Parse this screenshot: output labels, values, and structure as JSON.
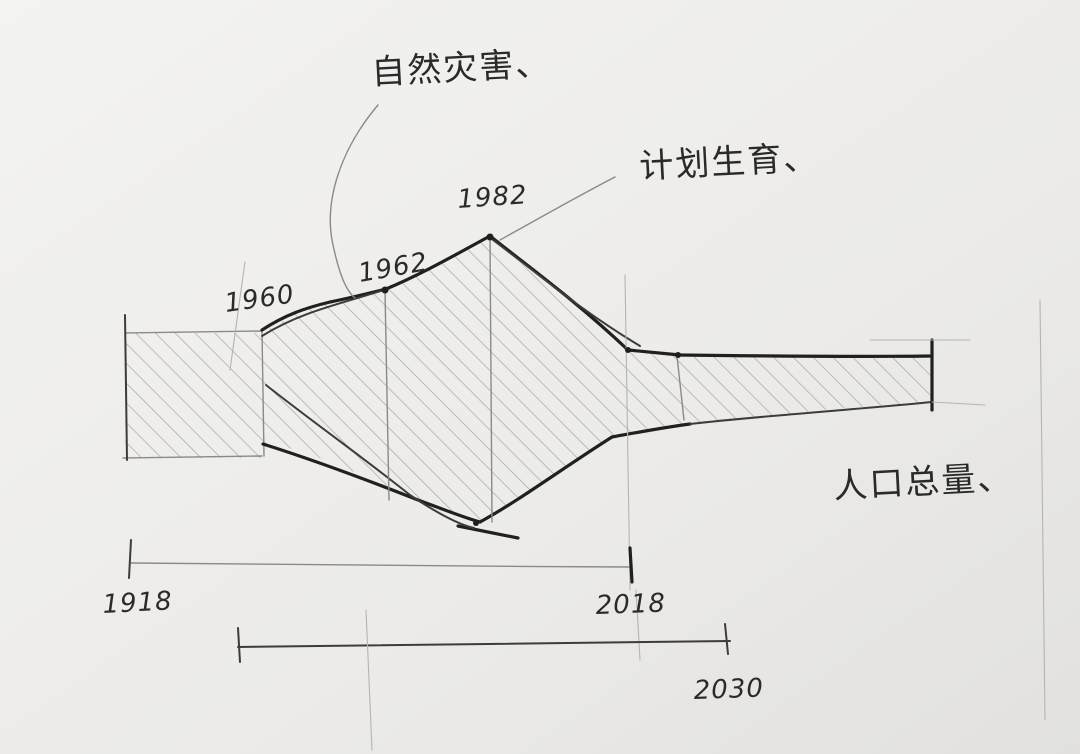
{
  "annotations": {
    "natural_disaster": "自然灾害、",
    "family_planning": "计划生育、",
    "population_total": "人口总量、"
  },
  "point_labels": {
    "p1960": "1960",
    "p1962": "1962",
    "p1982": "1982"
  },
  "timeline": {
    "start_label": "1918",
    "end_label": "2018",
    "projection_end_label": "2030"
  },
  "colors": {
    "paper": "#eeeeec",
    "ink": "#2b2b2b",
    "hatch": "#9a9a9a"
  }
}
